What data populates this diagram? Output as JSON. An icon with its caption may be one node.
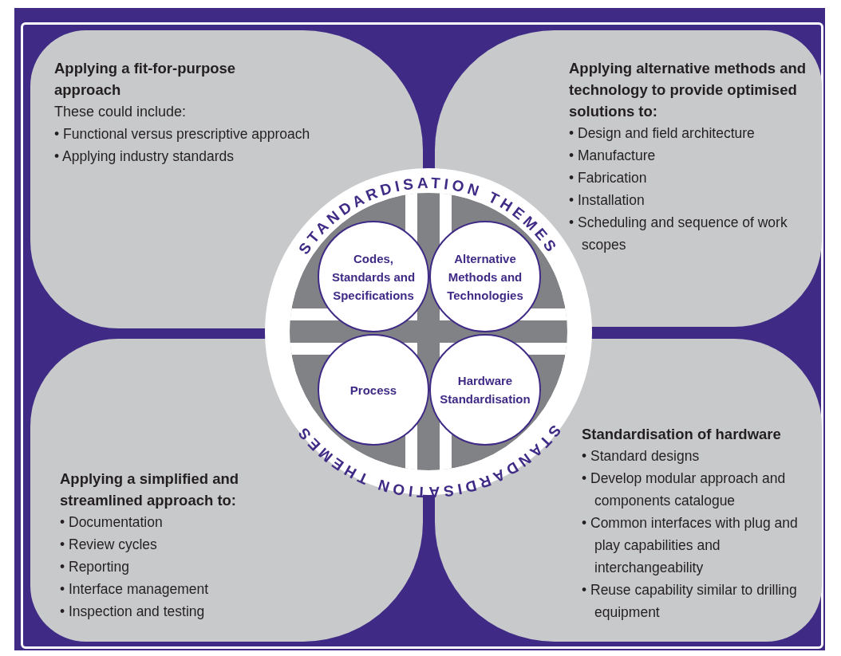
{
  "diagram": {
    "nodes": [
      {
        "text": [
          "Applying a fit-for-purpose approach",
          "These could include:",
          "• Functional versus prescriptive approach",
          "• Applying industry standards"
        ]
      },
      {
        "text": [
          "Applying alternative methods and technology to provide optimised solutions to:",
          "• Design and field architecture",
          "• Manufacture",
          "• Fabrication",
          "• Installation",
          "• Scheduling and sequence of work scopes"
        ]
      },
      {
        "text": [
          "Applying a simplified and streamlined approach to:",
          "• Documentation",
          "• Review cycles",
          "• Reporting",
          "• Interface management",
          "• Inspection and testing"
        ]
      },
      {
        "text": [
          "Standardisation of hardware",
          "• Standard designs",
          "• Develop modular approach and components catalogue",
          "• Common interfaces with plug and play capabilities and interchangeability",
          "• Reuse capability similar to drilling equipment"
        ]
      },
      {
        "text": [
          "STANDARDISATION THEMES",
          "STANDARDISATION THEMES"
        ]
      },
      {
        "text": [
          "Codes, Standards and Specifications"
        ],
        "in": 4
      },
      {
        "text": [
          "Alternative Methods and Technologies"
        ],
        "in": 4
      },
      {
        "text": [
          "Process"
        ],
        "in": 4
      },
      {
        "text": [
          "Hardware Standardisation"
        ],
        "in": 4
      }
    ],
    "edges": []
  }
}
